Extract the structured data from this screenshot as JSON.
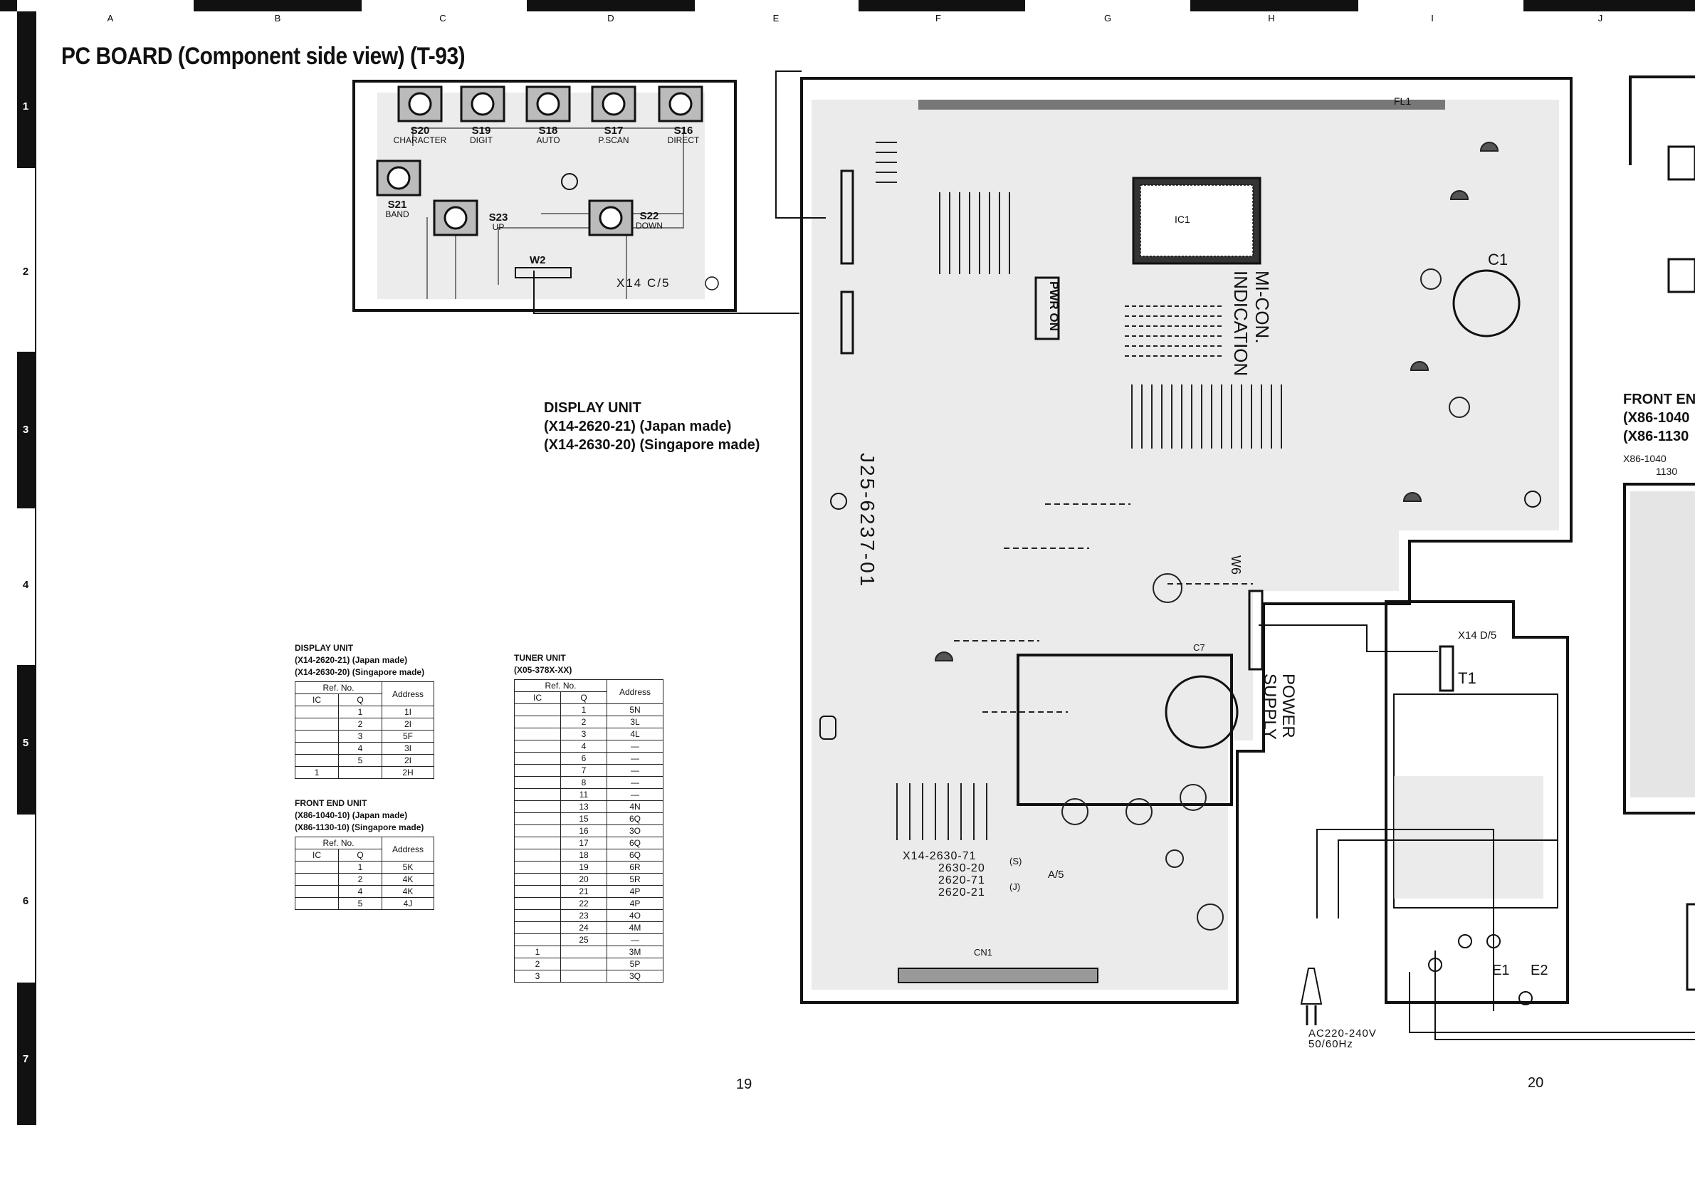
{
  "title": "PC BOARD (Component side view) (T-93)",
  "grid": {
    "columns": [
      "A",
      "B",
      "C",
      "D",
      "E",
      "F",
      "G",
      "H",
      "I",
      "J"
    ],
    "rows": [
      "1",
      "2",
      "3",
      "4",
      "5",
      "6",
      "7"
    ]
  },
  "display_board": {
    "switches": [
      {
        "ref": "S20",
        "name": "CHARACTER"
      },
      {
        "ref": "S19",
        "name": "DIGIT"
      },
      {
        "ref": "S18",
        "name": "AUTO"
      },
      {
        "ref": "S17",
        "name": "P.SCAN"
      },
      {
        "ref": "S16",
        "name": "DIRECT"
      },
      {
        "ref": "S21",
        "name": "BAND"
      },
      {
        "ref": "S23",
        "name": "UP"
      },
      {
        "ref": "S22",
        "name": "DOWN"
      }
    ],
    "connector": "W2",
    "board_code": "X14 C/5"
  },
  "display_unit": {
    "title": "DISPLAY UNIT",
    "japan": "(X14-2620-21) (Japan made)",
    "singapore": "(X14-2630-20) (Singapore made)"
  },
  "main_board": {
    "ic_label": "IC1",
    "mi_con_1": "MI-CON.",
    "mi_con_2": "INDICATION",
    "pwr_on": "PWR ON",
    "board_code": "J25-6237-01",
    "power_supply_1": "POWER",
    "power_supply_2": "SUPPLY",
    "fl1": "FL1",
    "cn1": "CN1",
    "c1": "C1",
    "c7": "C7",
    "w6": "W6",
    "variants": [
      "X14-2630-71",
      "2630-20",
      "2620-71",
      "2620-21"
    ],
    "variant_marks": [
      "(S)",
      "(J)"
    ],
    "board_part": "A/5"
  },
  "transformer_board": {
    "board_code": "X14 D/5",
    "t1": "T1",
    "ac_line_1": "AC220-240V",
    "ac_line_2": "50/60Hz",
    "e1": "E1",
    "e2": "E2"
  },
  "front_end": {
    "line1": "FRONT END",
    "line2": "(X86-1040",
    "line3": "(X86-1130",
    "small1": "X86-1040",
    "small2": "1130"
  },
  "tables": {
    "display": {
      "title1": "DISPLAY UNIT",
      "title2": "(X14-2620-21) (Japan made)",
      "title3": "(X14-2630-20) (Singapore made)",
      "head_ref": "Ref. No.",
      "head_ic": "IC",
      "head_q": "Q",
      "head_addr": "Address",
      "rows": [
        [
          "",
          "1",
          "1I"
        ],
        [
          "",
          "2",
          "2I"
        ],
        [
          "",
          "3",
          "5F"
        ],
        [
          "",
          "4",
          "3I"
        ],
        [
          "",
          "5",
          "2I"
        ],
        [
          "1",
          "",
          "2H"
        ]
      ]
    },
    "front_end": {
      "title1": "FRONT END UNIT",
      "title2": "(X86-1040-10) (Japan made)",
      "title3": "(X86-1130-10) (Singapore made)",
      "head_ref": "Ref. No.",
      "head_ic": "IC",
      "head_q": "Q",
      "head_addr": "Address",
      "rows": [
        [
          "",
          "1",
          "5K"
        ],
        [
          "",
          "2",
          "4K"
        ],
        [
          "",
          "4",
          "4K"
        ],
        [
          "",
          "5",
          "4J"
        ]
      ]
    },
    "tuner": {
      "title1": "TUNER UNIT",
      "title2": "(X05-378X-XX)",
      "head_ref": "Ref. No.",
      "head_ic": "IC",
      "head_q": "Q",
      "head_addr": "Address",
      "rows": [
        [
          "",
          "1",
          "5N"
        ],
        [
          "",
          "2",
          "3L"
        ],
        [
          "",
          "3",
          "4L"
        ],
        [
          "",
          "4",
          "—"
        ],
        [
          "",
          "6",
          "—"
        ],
        [
          "",
          "7",
          "—"
        ],
        [
          "",
          "8",
          "—"
        ],
        [
          "",
          "11",
          "—"
        ],
        [
          "",
          "13",
          "4N"
        ],
        [
          "",
          "15",
          "6Q"
        ],
        [
          "",
          "16",
          "3O"
        ],
        [
          "",
          "17",
          "6Q"
        ],
        [
          "",
          "18",
          "6Q"
        ],
        [
          "",
          "19",
          "6R"
        ],
        [
          "",
          "20",
          "5R"
        ],
        [
          "",
          "21",
          "4P"
        ],
        [
          "",
          "22",
          "4P"
        ],
        [
          "",
          "23",
          "4O"
        ],
        [
          "",
          "24",
          "4M"
        ],
        [
          "",
          "25",
          "—"
        ],
        [
          "1",
          "",
          "3M"
        ],
        [
          "2",
          "",
          "5P"
        ],
        [
          "3",
          "",
          "3Q"
        ]
      ]
    }
  },
  "page_numbers": {
    "left": "19",
    "right": "20"
  },
  "colors": {
    "ink": "#111111",
    "copper": "#c8c8c8"
  }
}
